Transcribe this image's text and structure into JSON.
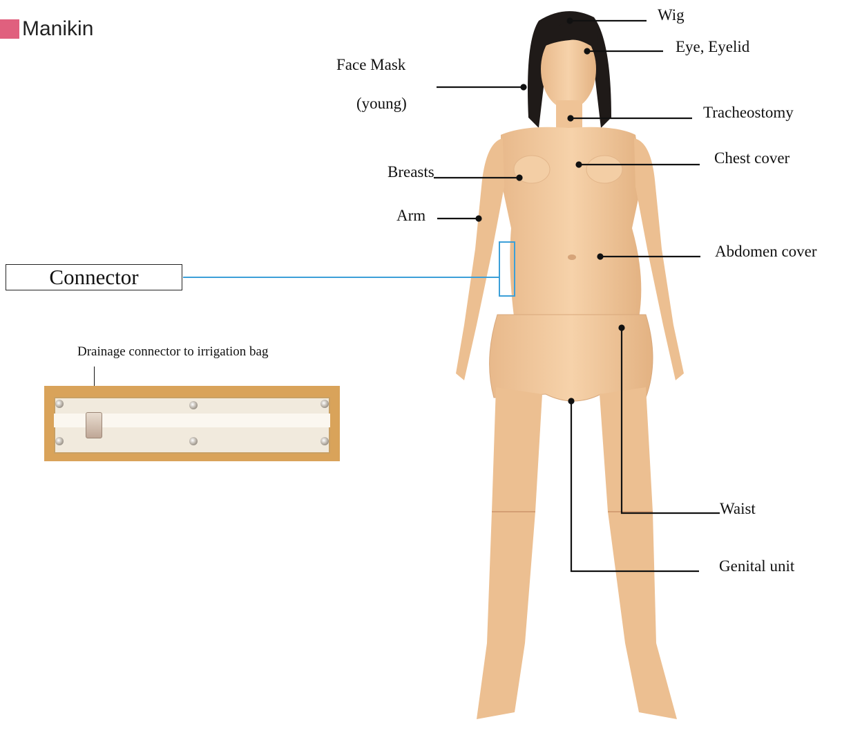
{
  "title": "Manikin",
  "colors": {
    "title_swatch": "#e0607e",
    "connector_highlight": "#3b9fd8",
    "skin": "#f0c89d",
    "hair": "#1e1a18"
  },
  "labels": {
    "wig": "Wig",
    "eye": "Eye, Eyelid",
    "face_mask_line1": "Face Mask",
    "face_mask_line2": "(young)",
    "tracheostomy": "Tracheostomy",
    "chest_cover": "Chest cover",
    "breasts": "Breasts",
    "arm": "Arm",
    "abdomen_cover": "Abdomen cover",
    "connector": "Connector",
    "waist": "Waist",
    "genital_unit": "Genital unit"
  },
  "inset": {
    "caption": "Drainage connector to irrigation bag"
  }
}
